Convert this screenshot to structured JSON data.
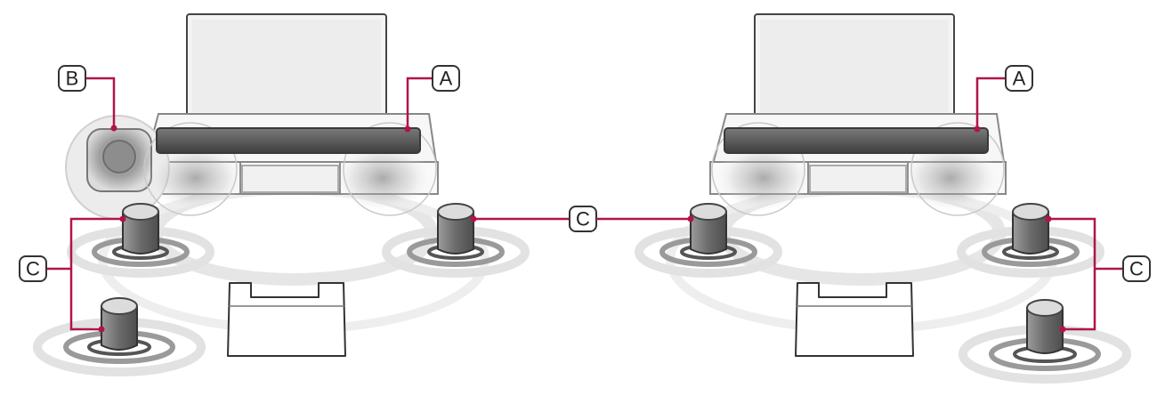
{
  "colors": {
    "callout_line": "#b0154a",
    "outline": "#555555",
    "light_gray": "#e3e3e3",
    "mid_gray": "#9a9a9a",
    "dark_gray": "#4a4a4a",
    "tv_fill": "#f3f3f3"
  },
  "diagrams": [
    {
      "callouts": {
        "a": "A",
        "b": "B",
        "c_left": "C"
      },
      "icons": [
        "tv-icon",
        "soundbar-icon",
        "subwoofer-icon",
        "rear-speaker-icon",
        "sofa-icon"
      ]
    },
    {
      "callouts": {
        "a": "A",
        "c_shared": "C",
        "c_right": "C"
      },
      "icons": [
        "tv-icon",
        "soundbar-icon",
        "rear-speaker-icon",
        "sofa-icon"
      ]
    }
  ]
}
